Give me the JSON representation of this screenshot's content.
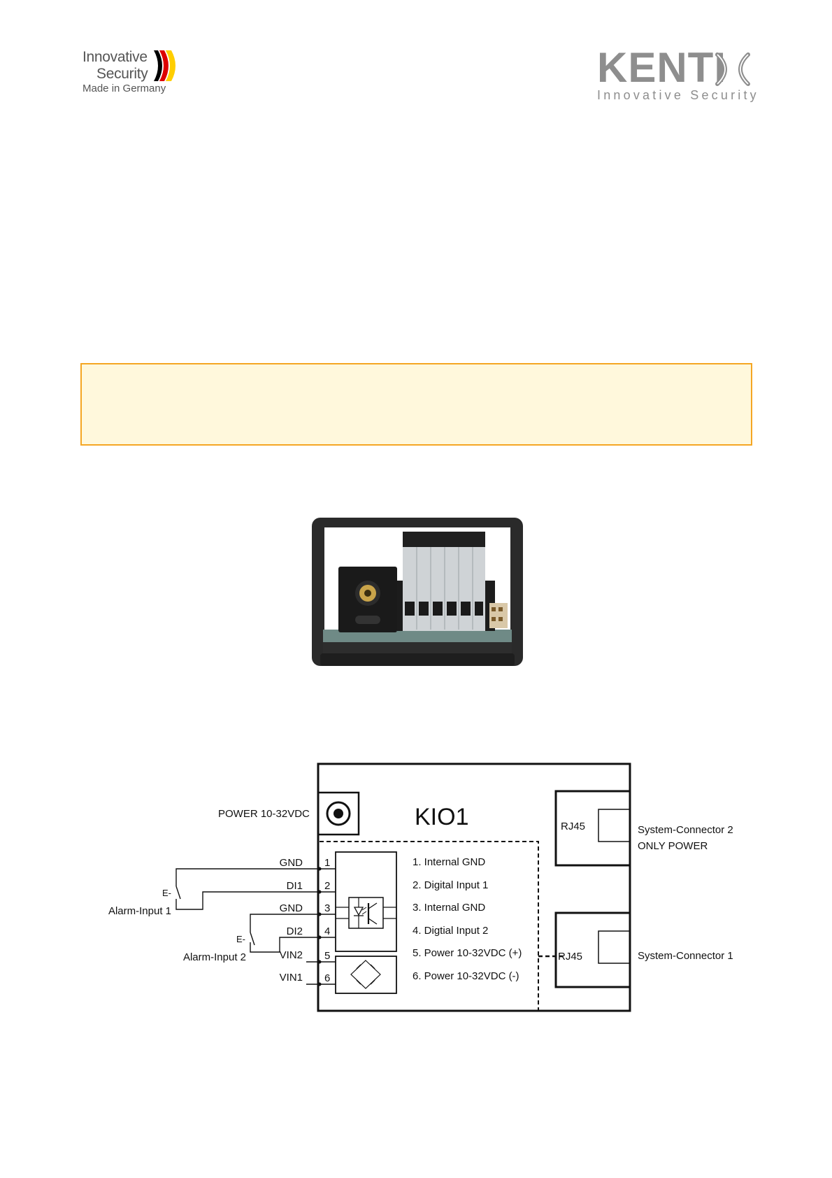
{
  "header": {
    "left_logo": {
      "line1": "Innovative",
      "line2": "Security",
      "line3": "Made in Germany",
      "flag_colors": [
        "#000000",
        "#dd0000",
        "#ffce00"
      ]
    },
    "right_logo": {
      "wordmark": "KENTI",
      "tagline": "Innovative Security",
      "color": "#8e8e8e",
      "mark": "x-icon"
    }
  },
  "note_box": {
    "border_color": "#f5a623",
    "background": "#fff8dc"
  },
  "diagram": {
    "title": "KIO1",
    "power_label": "POWER 10-32VDC",
    "left_terminals": [
      {
        "label": "GND",
        "num": "1"
      },
      {
        "label": "DI1",
        "num": "2"
      },
      {
        "label": "GND",
        "num": "3"
      },
      {
        "label": "DI2",
        "num": "4"
      },
      {
        "label": "VIN2",
        "num": "5"
      },
      {
        "label": "VIN1",
        "num": "6"
      }
    ],
    "alarm_inputs": [
      "Alarm-Input 1",
      "Alarm-Input 2"
    ],
    "switch_symbol": "E-",
    "pin_descriptions": [
      "1. Internal GND",
      "2. Digital Input 1",
      "3. Internal GND",
      "4. Digtial Input 2",
      "5. Power 10-32VDC (+)",
      "6. Power 10-32VDC (-)"
    ],
    "rj45_label": "RJ45",
    "connector2": {
      "line1": "System-Connector 2",
      "line2": "ONLY POWER"
    },
    "connector1": "System-Connector 1"
  }
}
